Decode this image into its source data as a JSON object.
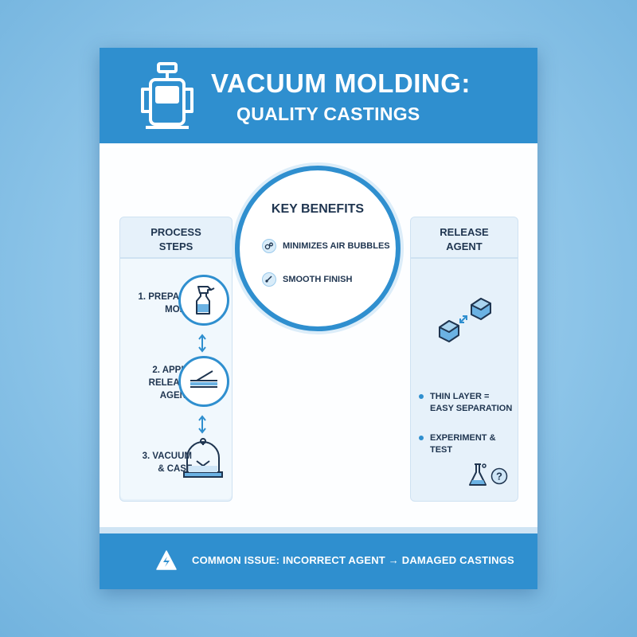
{
  "header": {
    "title": "VACUUM MOLDING:",
    "subtitle": "QUALITY CASTINGS",
    "icon": "vacuum-machine-icon"
  },
  "key_benefits": {
    "title": "KEY BENEFITS",
    "items": [
      {
        "label": "MINIMIZES AIR BUBBLES",
        "icon": "bubbles-icon"
      },
      {
        "label": "SMOOTH FINISH",
        "icon": "smooth-icon"
      }
    ]
  },
  "process_steps": {
    "title": "PROCESS\nSTEPS",
    "steps": [
      {
        "label": "1. PREPARE\nMOLD",
        "icon": "spray-bottle-icon"
      },
      {
        "label": "2. APPLY\nRELEASE\nAGENT",
        "icon": "layers-icon"
      },
      {
        "label": "3. VACUUM\n& CAST",
        "icon": "vacuum-bell-jar-icon"
      }
    ]
  },
  "release_agent": {
    "title": "RELEASE\nAGENT",
    "icon": "separating-blocks-icon",
    "bullets": [
      "THIN LAYER =\nEASY SEPARATION",
      "EXPERIMENT & TEST"
    ],
    "bottom_icons": [
      "flask-icon",
      "question-icon"
    ]
  },
  "footer": {
    "text": "COMMON ISSUE: INCORRECT AGENT → DAMAGED CASTINGS",
    "icon": "warning-icon"
  },
  "colors": {
    "accent": "#2f8fcf",
    "panel": "#e6f1fa",
    "text": "#1f3550",
    "background": "#8cc4e8"
  }
}
